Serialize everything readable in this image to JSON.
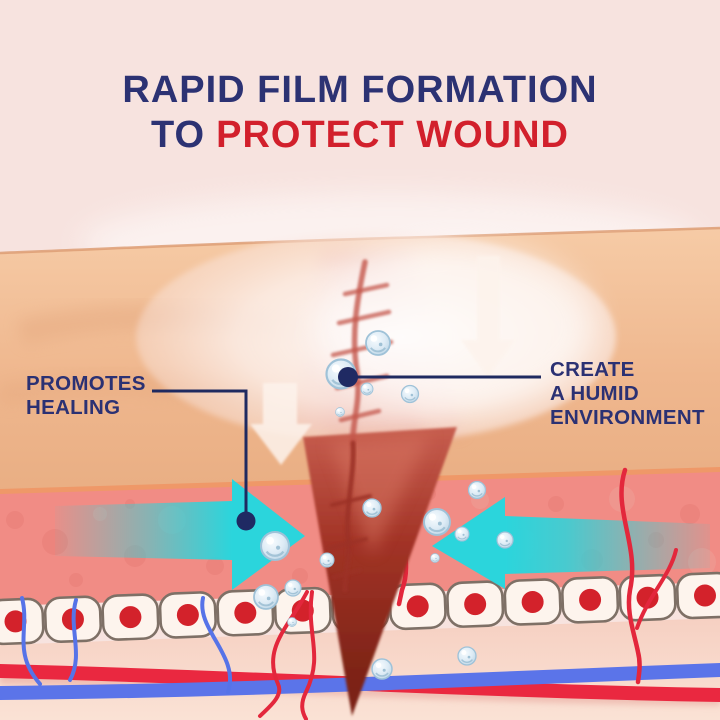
{
  "title": {
    "line1": "RAPID FILM FORMATION",
    "line2_prefix": "TO",
    "line2_highlight": "PROTECT WOUND"
  },
  "callouts": {
    "left": {
      "line1": "PROMOTES",
      "line2": "HEALING"
    },
    "right": {
      "line1": "CREATE",
      "line2": "A HUMID",
      "line3": "ENVIRONMENT"
    }
  },
  "icons": {
    "down_arrow": "↓",
    "inward_arrow_right": "→",
    "inward_arrow_left": "←",
    "bubble": "○",
    "callout_dot": "●"
  },
  "colors": {
    "background_pink": "#f7e3df",
    "title_navy": "#2c3273",
    "title_red": "#d2202c",
    "callout_navy": "#2b3173",
    "callout_line": "#1f2a60",
    "film_white": "#ffffff",
    "epidermis_tan": "#f0bd95",
    "dermis_pink": "#f18c85",
    "wound_dark_red": "#8c2b20",
    "scar_red": "#c4564c",
    "teal_arrow": "#2bd5dc",
    "cell_fill": "#fdf4ed",
    "cell_nucleus": "#d3222b",
    "artery_red": "#ea2840",
    "vein_blue": "#5b74e9"
  }
}
